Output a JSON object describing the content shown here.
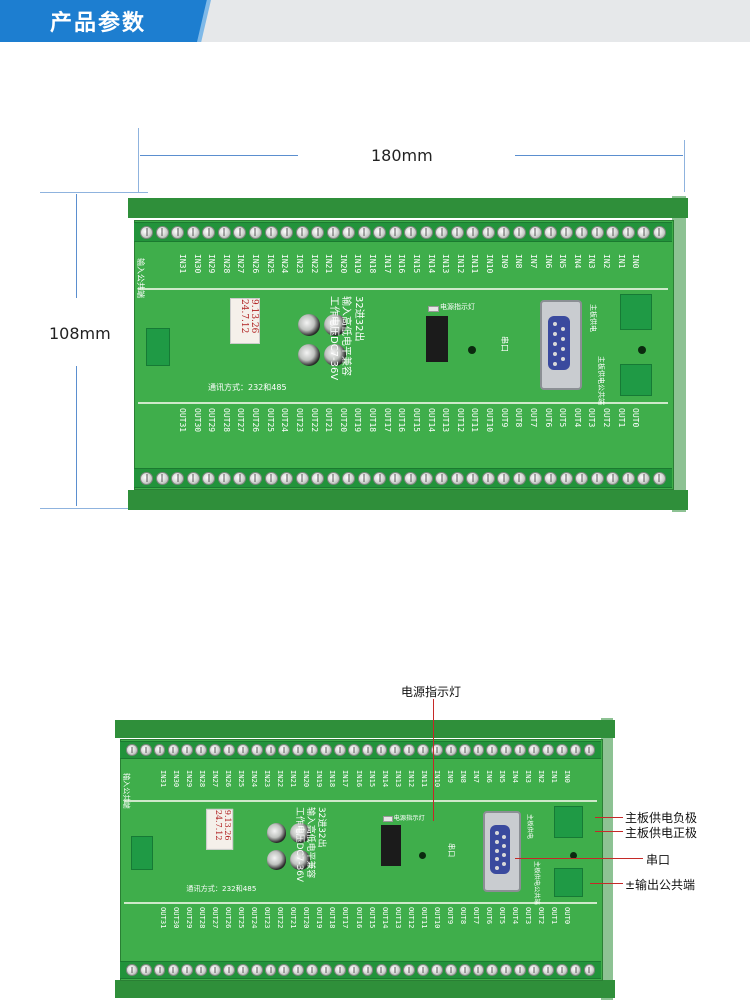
{
  "header": {
    "title": "产品参数"
  },
  "dimensions": {
    "width": "180mm",
    "height": "108mm"
  },
  "board": {
    "inputs": [
      "IN31",
      "IN30",
      "IN29",
      "IN28",
      "IN27",
      "IN26",
      "IN25",
      "IN24",
      "IN23",
      "IN22",
      "IN21",
      "IN20",
      "IN19",
      "IN18",
      "IN17",
      "IN16",
      "IN15",
      "IN14",
      "IN13",
      "IN12",
      "IN11",
      "IN10",
      "IN9",
      "IN8",
      "IN7",
      "IN6",
      "IN5",
      "IN4",
      "IN3",
      "IN2",
      "IN1",
      "IN0"
    ],
    "outputs": [
      "OUT31",
      "OUT30",
      "OUT29",
      "OUT28",
      "OUT27",
      "OUT26",
      "OUT25",
      "OUT24",
      "OUT23",
      "OUT22",
      "OUT21",
      "OUT20",
      "OUT19",
      "OUT18",
      "OUT17",
      "OUT16",
      "OUT15",
      "OUT14",
      "OUT13",
      "OUT12",
      "OUT11",
      "OUT10",
      "OUT9",
      "OUT8",
      "OUT7",
      "OUT6",
      "OUT5",
      "OUT4",
      "OUT3",
      "OUT2",
      "OUT1",
      "OUT0"
    ],
    "title_line1": "32进32出",
    "title_line2": "输入高低电平兼容",
    "title_line3": "工作电压DC7-36V",
    "comm_label": "通讯方式：232和485",
    "serial_label": "串口",
    "power_led_label": "电源指示灯",
    "input_common_label": "输入公共端",
    "output_common_label": "主板供电公共端",
    "supply_label": "主板供电",
    "sticker_line1": "9.13.26",
    "sticker_line2": "24.7.12"
  },
  "callouts": {
    "power_indicator": "电源指示灯",
    "negative": "主板供电负极",
    "positive": "主板供电正极",
    "serial": "串口",
    "output_common": "±输出公共端"
  },
  "colors": {
    "banner_blue": "#1d7ed0",
    "pcb_green": "#3fae4b",
    "rail_green": "#2f8f3a",
    "callout_red": "#c62828",
    "dimension_blue": "#5b8fcf"
  }
}
